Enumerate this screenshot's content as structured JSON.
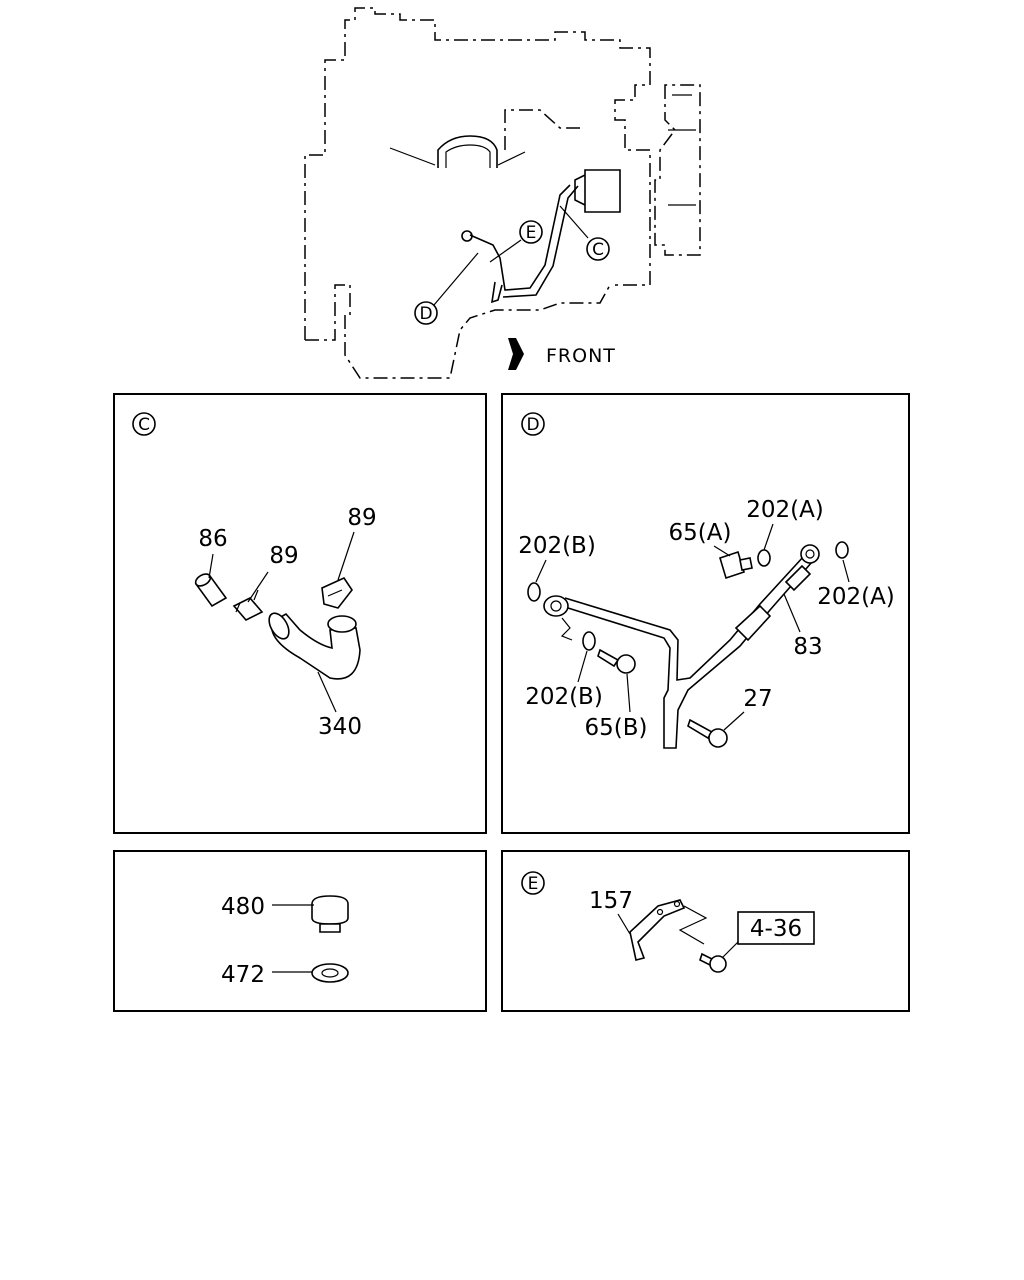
{
  "overview": {
    "callouts": {
      "c": "C",
      "d": "D",
      "e": "E"
    },
    "front_label": "FRONT",
    "front_arrow_icon": "arrow-right-icon"
  },
  "panel_c": {
    "marker": "C",
    "labels": {
      "p86": "86",
      "p89_top": "89",
      "p89_left": "89",
      "p340": "340"
    }
  },
  "panel_d": {
    "marker": "D",
    "labels": {
      "p202a_top": "202(A)",
      "p65a": "65(A)",
      "p202b_top": "202(B)",
      "p202a_right": "202(A)",
      "p83": "83",
      "p202b_bottom": "202(B)",
      "p65b": "65(B)",
      "p27": "27"
    }
  },
  "panel_f": {
    "labels": {
      "p480": "480",
      "p472": "472"
    }
  },
  "panel_e": {
    "marker": "E",
    "labels": {
      "p157": "157",
      "ref_4_36": "4-36"
    }
  }
}
